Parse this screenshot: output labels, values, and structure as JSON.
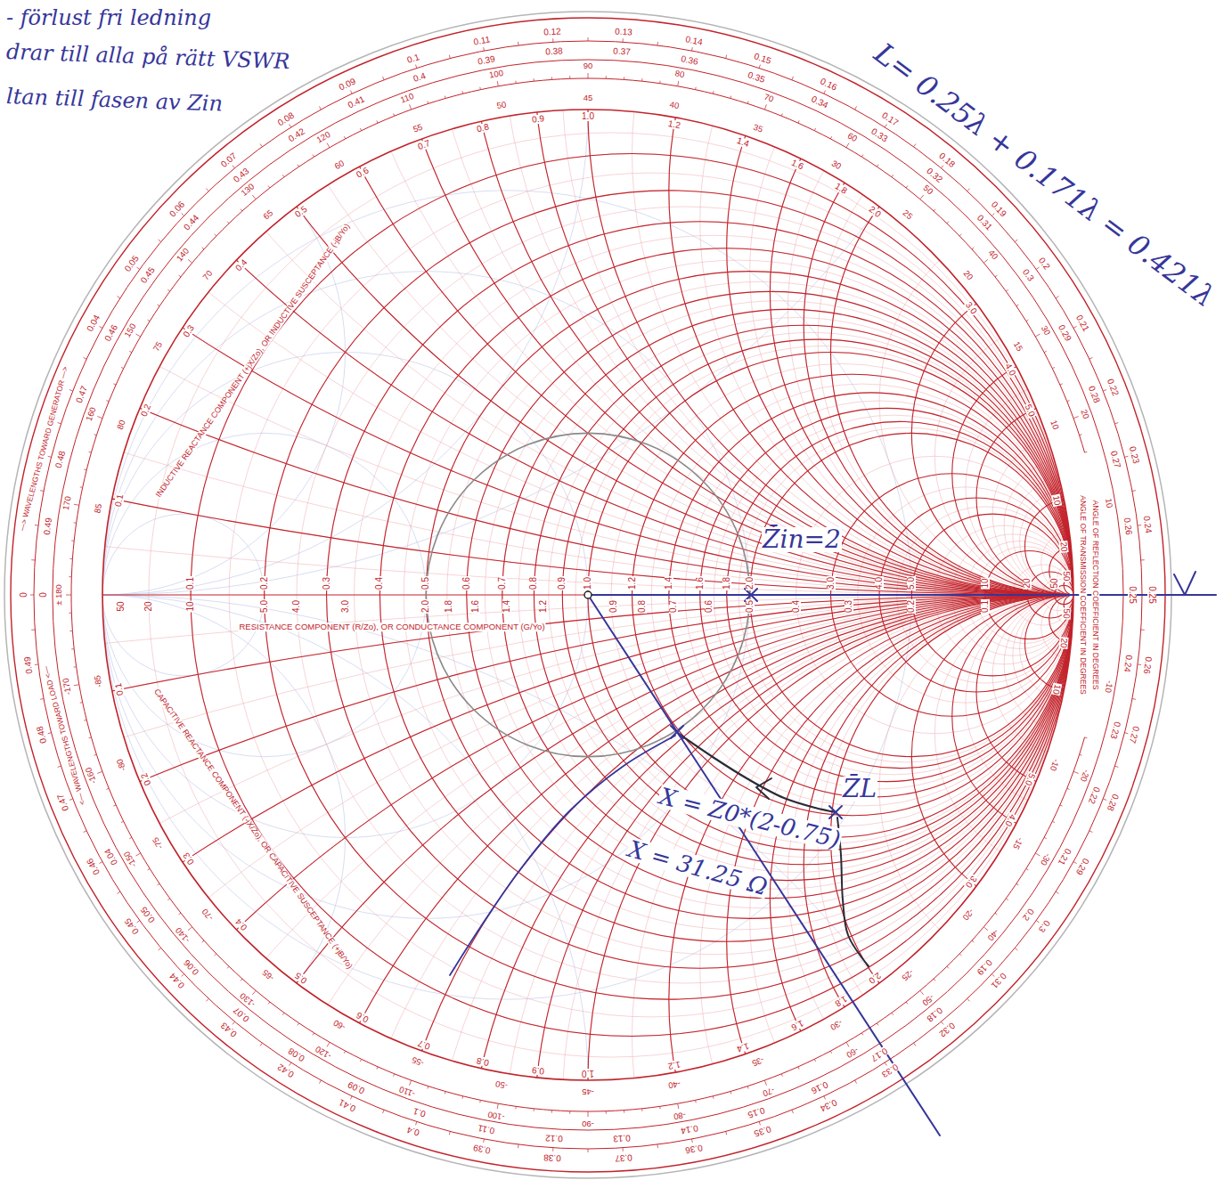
{
  "diagram": {
    "labels": [
      "- förlust fri ledning",
      "drar till alla på rätt VSWR",
      "ltan till fasen av Zin",
      "L= 0.25λ + 0.171λ = 0.421λ",
      "Z̄in=2",
      "Z̄L",
      "X = Z0*(2-0.75)",
      "X = 31.25 Ω",
      "RESISTANCE COMPONENT (R/Zo), OR CONDUCTANCE COMPONENT (G/Yo)",
      "INDUCTIVE REACTANCE COMPONENT (+jX/Zo), OR INDUCTIVE SUSCEPTANCE (-jB/Yo)",
      "CAPACITIVE REACTANCE COMPONENT (-jX/Zo), OR CAPACITIVE SUSCEPTANCE (+jB/Yo)",
      "—> WAVELENGTHS TOWARD GENERATOR —>",
      "<— WAVELENGTHS TOWARD LOAD <—",
      "ANGLE OF REFLECTION COEFFICIENT IN DEGREES",
      "ANGLE OF TRANSMISSION COEFFICIENT IN DEGREES",
      "0.1",
      "0.2",
      "0.3",
      "0.4",
      "0.5",
      "0.6",
      "0.7",
      "0.8",
      "0.9",
      "1.0",
      "1.2",
      "1.4",
      "1.6",
      "1.8",
      "2.0",
      "3.0",
      "4.0",
      "5.0",
      "10",
      "20",
      "50",
      "50",
      "20",
      "10",
      "5.0",
      "4.0",
      "3.0",
      "2.0",
      "1.8",
      "1.6",
      "1.4",
      "1.2",
      "0.9",
      "0.8",
      "0.7",
      "0.6",
      "0.5",
      "0.4",
      "0.3",
      "0.2",
      "0.1",
      "0.1",
      "0.2",
      "0.3",
      "0.4",
      "0.5",
      "0.6",
      "0.7",
      "0.8",
      "0.9",
      "1.0",
      "1.2",
      "1.4",
      "1.6",
      "1.8",
      "2.0",
      "3.0",
      "4.0",
      "5.0",
      "10",
      "20",
      "50",
      "0.1",
      "0.2",
      "0.3",
      "0.4",
      "0.5",
      "0.6",
      "0.7",
      "0.8",
      "0.9",
      "1.0",
      "1.2",
      "1.4",
      "1.6",
      "1.8",
      "2.0",
      "3.0",
      "4.0",
      "5.0",
      "10",
      "20",
      "50",
      "0",
      "0.04",
      "0.05",
      "0.06",
      "0.07",
      "0.08",
      "0.09",
      "0.1",
      "0.11",
      "0.12",
      "0.13",
      "0.14",
      "0.15",
      "0.16",
      "0.17",
      "0.18",
      "0.19",
      "0.2",
      "0.21",
      "0.22",
      "0.23",
      "0.24",
      "0.25",
      "0.26",
      "0.27",
      "0.28",
      "0.29",
      "0.3",
      "0.31",
      "0.32",
      "0.33",
      "0.34",
      "0.35",
      "0.36",
      "0.37",
      "0.38",
      "0.39",
      "0.4",
      "0.41",
      "0.42",
      "0.43",
      "0.44",
      "0.45",
      "0.46",
      "0.47",
      "0.48",
      "0.49",
      "0",
      "0.04",
      "0.05",
      "0.06",
      "0.07",
      "0.08",
      "0.09",
      "0.1",
      "0.11",
      "0.12",
      "0.13",
      "0.14",
      "0.15",
      "0.16",
      "0.17",
      "0.18",
      "0.19",
      "0.2",
      "0.21",
      "0.22",
      "0.23",
      "0.24",
      "0.25",
      "0.26",
      "0.27",
      "0.28",
      "0.29",
      "0.3",
      "0.31",
      "0.32",
      "0.33",
      "0.34",
      "0.35",
      "0.36",
      "0.37",
      "0.38",
      "0.39",
      "0.4",
      "0.41",
      "0.42",
      "0.43",
      "0.44",
      "0.45",
      "0.46",
      "0.47",
      "0.48",
      "0.49",
      "10",
      "20",
      "30",
      "40",
      "50",
      "60",
      "70",
      "80",
      "90",
      "100",
      "110",
      "120",
      "130",
      "140",
      "150",
      "160",
      "170",
      "± 180",
      "-170",
      "-160",
      "-150",
      "-140",
      "-130",
      "-120",
      "-110",
      "-100",
      "-90",
      "-80",
      "-70",
      "-60",
      "-50",
      "-40",
      "-30",
      "-20",
      "-10",
      "10",
      "15",
      "20",
      "25",
      "30",
      "35",
      "40",
      "45",
      "50",
      "55",
      "60",
      "65",
      "70",
      "75",
      "80",
      "85",
      "-85",
      "-80",
      "-75",
      "-70",
      "-65",
      "-60",
      "-55",
      "-50",
      "-45",
      "-40",
      "-35",
      "-30",
      "-25",
      "-20",
      "-15",
      "-10"
    ]
  }
}
